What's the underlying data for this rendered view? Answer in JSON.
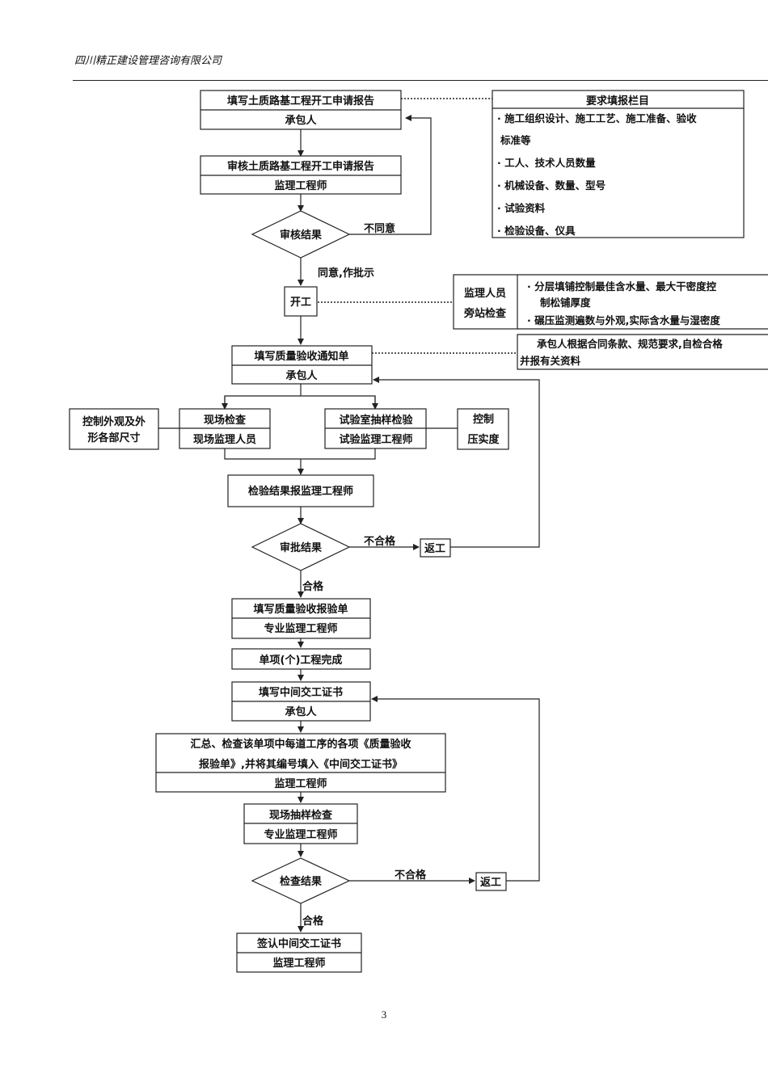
{
  "header": {
    "company": "四川精正建设管理咨询有限公司"
  },
  "page_number": "3",
  "flow": {
    "apply_title": "填写土质路基工程开工申请报告",
    "apply_role": "承包人",
    "review_title": "审核土质路基工程开工申请报告",
    "review_role": "监理工程师",
    "review_decision": "审核结果",
    "disagree": "不同意",
    "agree_instruct": "同意,作批示",
    "start": "开工",
    "notice_title": "填写质量验收通知单",
    "notice_role": "承包人",
    "field_check_title": "现场检查",
    "field_check_role": "现场监理人员",
    "lab_title": "试验室抽样检验",
    "lab_role": "试验监理工程师",
    "control_left_line1": "控制外观及外",
    "control_left_line2": "形各部尺寸",
    "control_right_line1": "控制",
    "control_right_line2": "压实度",
    "report_results": "检验结果报监理工程师",
    "approval_decision": "审批结果",
    "unqualified_1": "不合格",
    "rework_1": "返工",
    "qualified_1": "合格",
    "acceptance_title": "填写质量验收报验单",
    "acceptance_role": "专业监理工程师",
    "single_complete": "单项(个)工程完成",
    "handover_title": "填写中间交工证书",
    "handover_role": "承包人",
    "summary_line1": "汇总、检查该单项中每道工序的各项《质量验收",
    "summary_line2": "报验单》,并将其编号填入《中间交工证书》",
    "summary_role": "监理工程师",
    "sample_title": "现场抽样检查",
    "sample_role": "专业监理工程师",
    "check_decision": "检查结果",
    "unqualified_2": "不合格",
    "rework_2": "返工",
    "qualified_2": "合格",
    "sign_title": "签认中间交工证书",
    "sign_role": "监理工程师"
  },
  "notes": {
    "required_title": "要求填报栏目",
    "required_item1_line1": "· 施工组织设计、施工工艺、施工准备、验收",
    "required_item1_line2": "标准等",
    "required_item2": "· 工人、技术人员数量",
    "required_item3": "· 机械设备、数量、型号",
    "required_item4": "· 试验资料",
    "required_item5": "· 检验设备、仪具",
    "supervisor_line1": "监理人员",
    "supervisor_line2": "旁站检查",
    "site_item1_line1": "· 分层填铺控制最佳含水量、最大干密度控",
    "site_item1_line2": "制松铺厚度",
    "site_item2": "· 碾压监测遍数与外观,实际含水量与湿密度",
    "selfcheck_line1": "承包人根据合同条款、规范要求,自检合格",
    "selfcheck_line2": "并报有关资料"
  }
}
